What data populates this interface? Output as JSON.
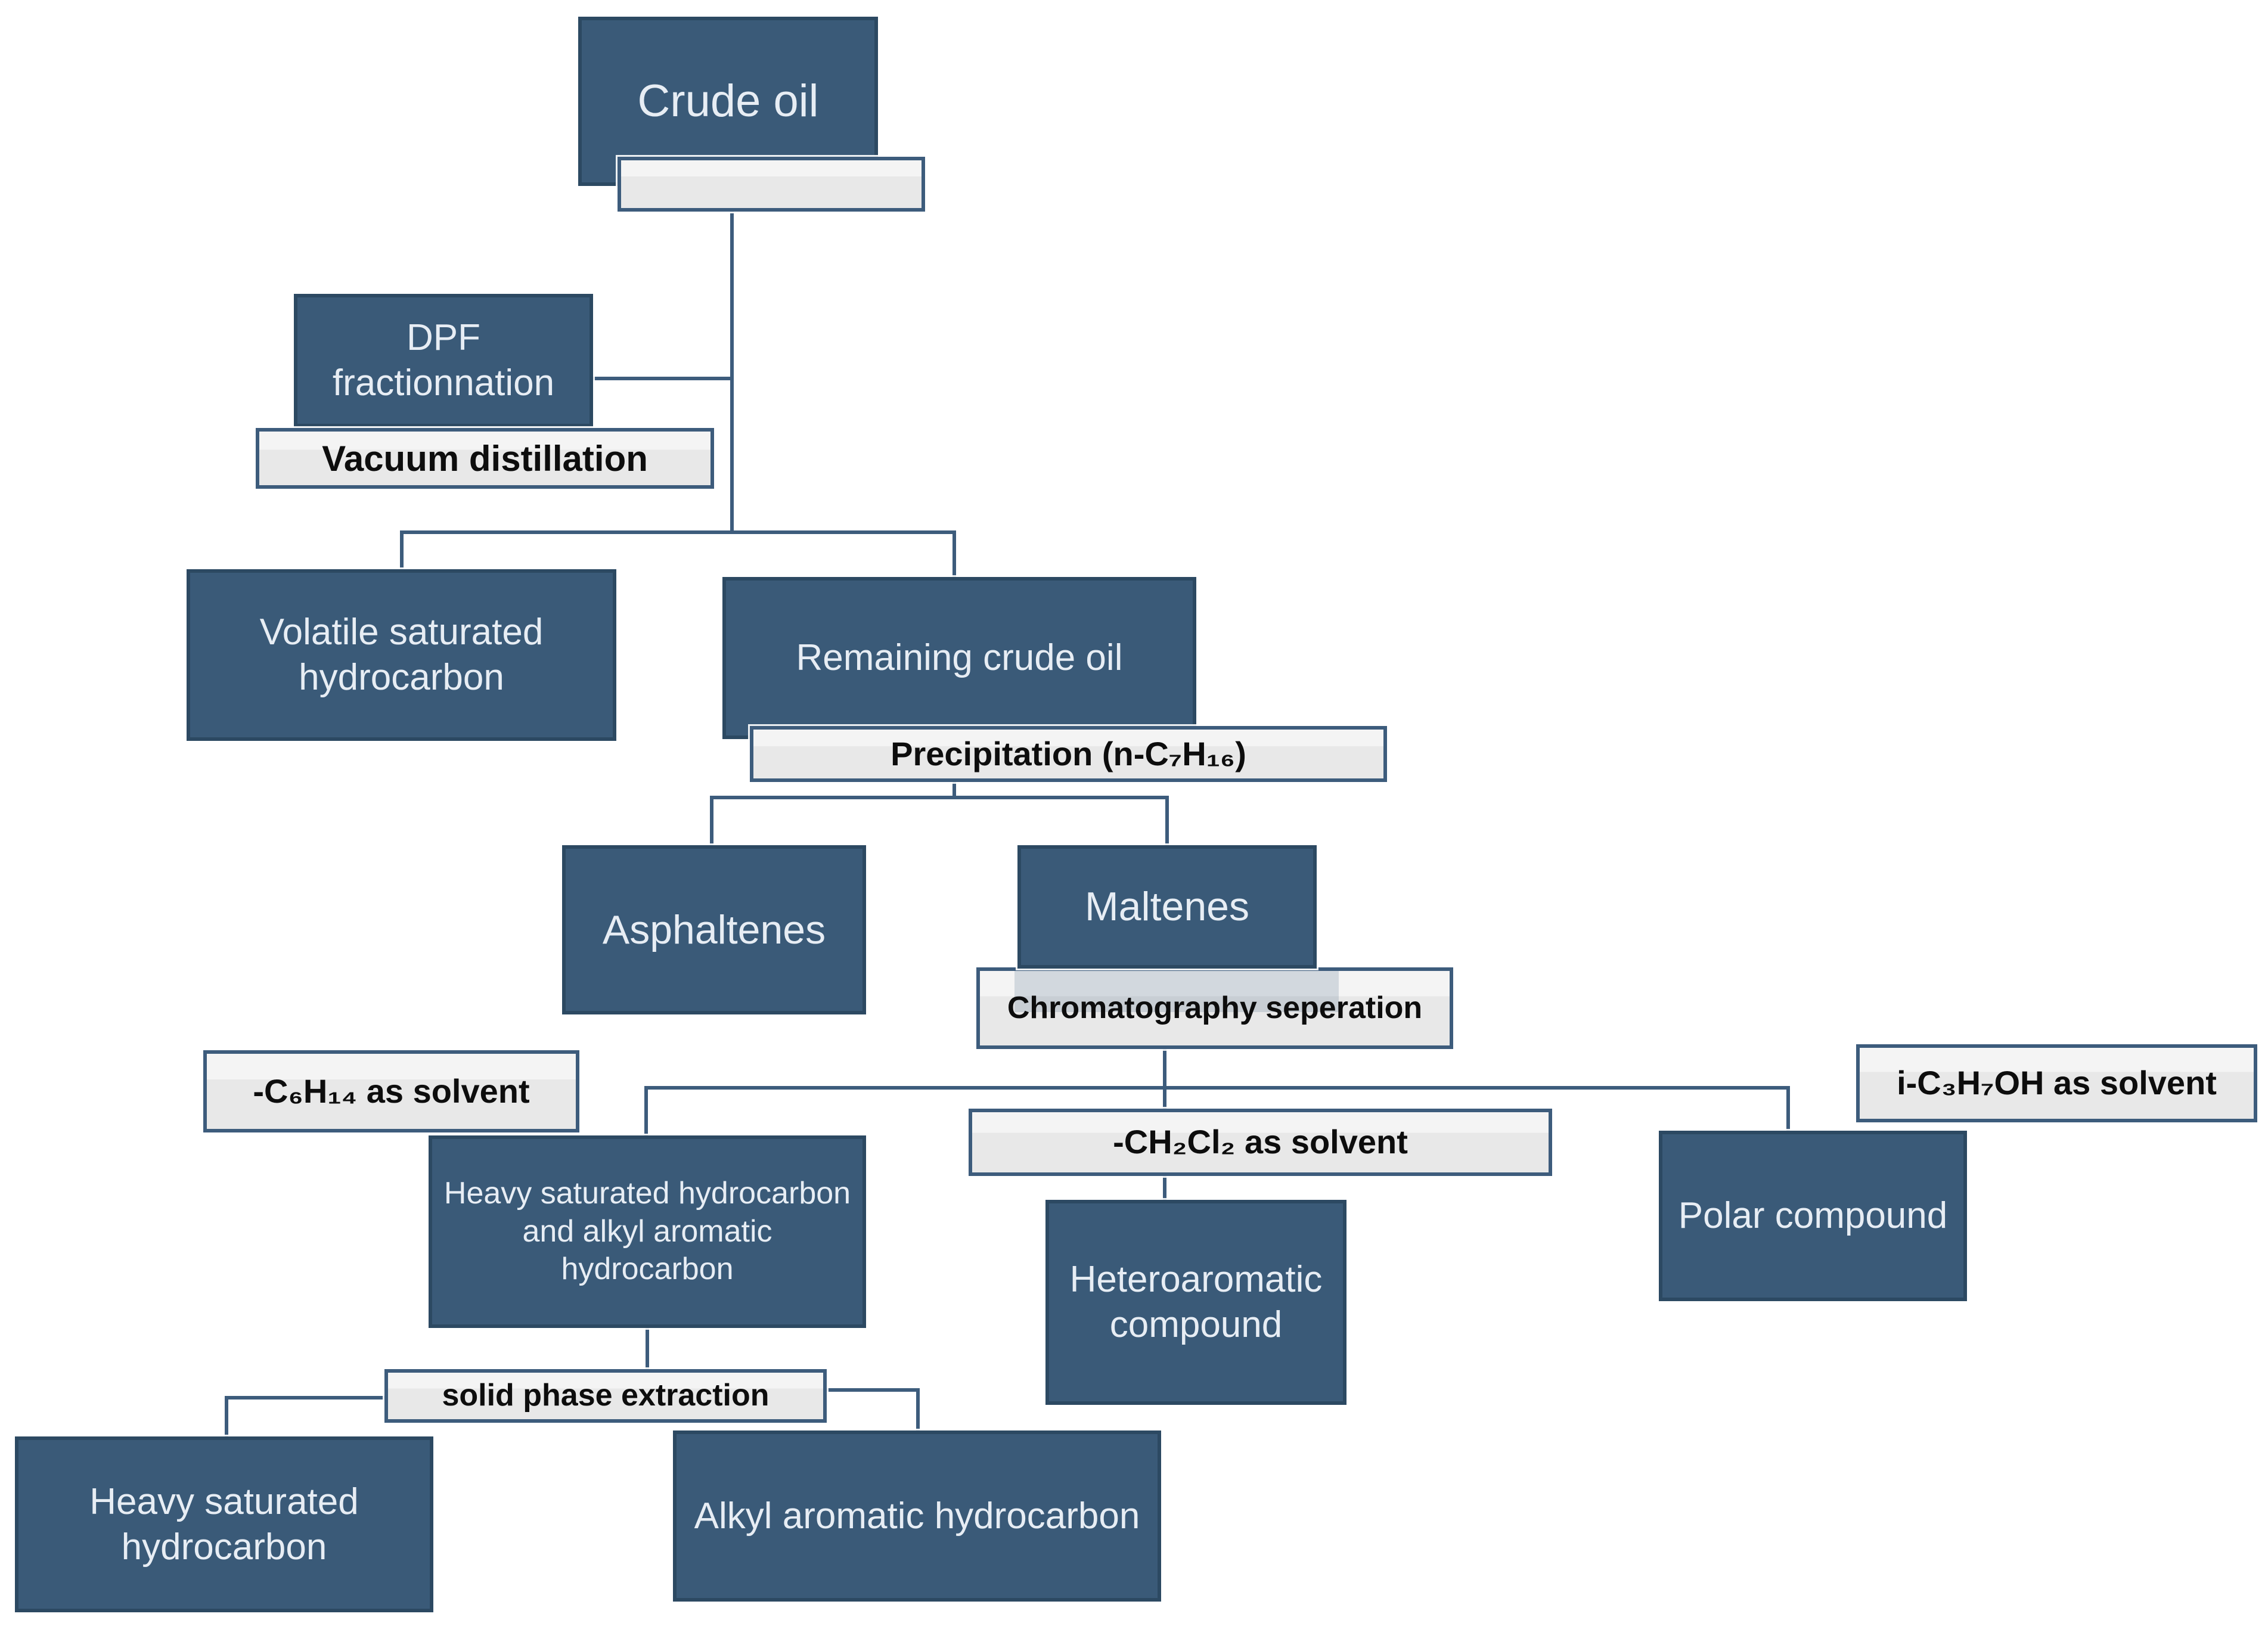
{
  "diagram": {
    "type": "flowchart",
    "background": "#ffffff",
    "colors": {
      "process_box_fill": "#3a5a78",
      "process_box_border": "#2c4962",
      "process_box_text": "#e7edf4",
      "label_tag_fill": "#e8e8e8",
      "label_tag_top_strip": "#f4f4f4",
      "label_tag_border": "#3d5c7c",
      "label_tag_text": "#0d0d0d",
      "connector_line": "#3d5c7c"
    },
    "nodes": {
      "crude_oil": {
        "label": "Crude oil",
        "kind": "substance"
      },
      "crude_oil_tag": {
        "label": "",
        "kind": "operation"
      },
      "dpf": {
        "label": "DPF fractionnation",
        "kind": "process"
      },
      "vacuum": {
        "label": "Vacuum distillation",
        "kind": "operation"
      },
      "volatile": {
        "label": "Volatile saturated\nhydrocarbon",
        "kind": "substance"
      },
      "remaining": {
        "label": "Remaining crude oil",
        "kind": "substance"
      },
      "precipitation": {
        "label": "Precipitation (n-C₇H₁₆)",
        "kind": "operation"
      },
      "asphaltenes": {
        "label": "Asphaltenes",
        "kind": "substance"
      },
      "maltenes": {
        "label": "Maltenes",
        "kind": "substance"
      },
      "chromatography": {
        "label": "Chromatography seperation",
        "kind": "operation"
      },
      "hexane_solvent": {
        "label": "-C₆H₁₄ as solvent",
        "kind": "operation"
      },
      "dcm_solvent": {
        "label": "-CH₂Cl₂ as solvent",
        "kind": "operation"
      },
      "ipa_solvent": {
        "label": "i-C₃H₇OH as solvent",
        "kind": "operation"
      },
      "heavy_alkyl": {
        "label": "Heavy saturated hydrocarbon\nand alkyl aromatic\nhydrocarbon",
        "kind": "substance"
      },
      "heteroaromatic": {
        "label": "Heteroaromatic\ncompound",
        "kind": "substance"
      },
      "polar": {
        "label": "Polar compound",
        "kind": "substance"
      },
      "spe": {
        "label": "solid phase extraction",
        "kind": "operation"
      },
      "heavy_saturated": {
        "label": "Heavy saturated\nhydrocarbon",
        "kind": "substance"
      },
      "alkyl_aromatic": {
        "label": "Alkyl aromatic hydrocarbon",
        "kind": "substance"
      }
    },
    "edges": [
      {
        "from": "crude_oil",
        "via": [
          "dpf",
          "vacuum"
        ],
        "to": "volatile"
      },
      {
        "from": "crude_oil",
        "via": [
          "dpf",
          "vacuum"
        ],
        "to": "remaining"
      },
      {
        "from": "remaining",
        "via": [
          "precipitation"
        ],
        "to": "asphaltenes"
      },
      {
        "from": "remaining",
        "via": [
          "precipitation"
        ],
        "to": "maltenes"
      },
      {
        "from": "maltenes",
        "via": [
          "chromatography",
          "hexane_solvent"
        ],
        "to": "heavy_alkyl"
      },
      {
        "from": "maltenes",
        "via": [
          "chromatography",
          "dcm_solvent"
        ],
        "to": "heteroaromatic"
      },
      {
        "from": "maltenes",
        "via": [
          "chromatography",
          "ipa_solvent"
        ],
        "to": "polar"
      },
      {
        "from": "heavy_alkyl",
        "via": [
          "spe"
        ],
        "to": "heavy_saturated"
      },
      {
        "from": "heavy_alkyl",
        "via": [
          "spe"
        ],
        "to": "alkyl_aromatic"
      }
    ]
  }
}
